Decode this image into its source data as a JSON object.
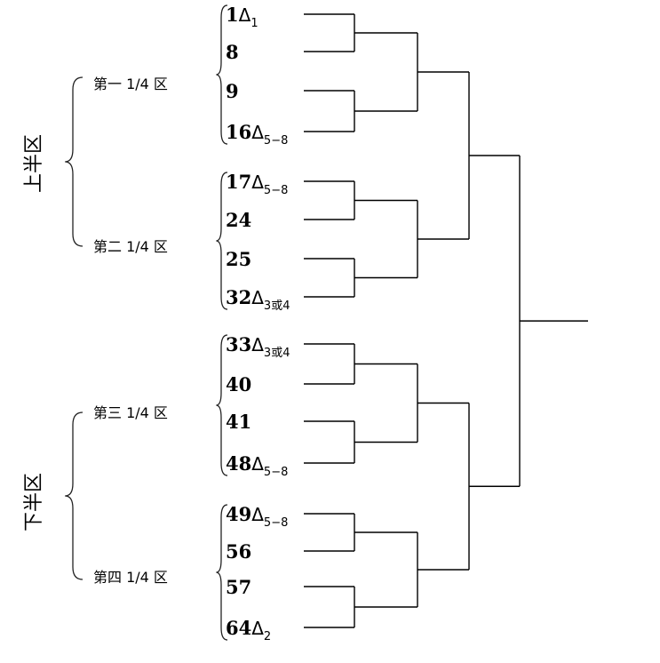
{
  "halves": [
    {
      "label": "上半区"
    },
    {
      "label": "下半区"
    }
  ],
  "quarters": [
    {
      "label": "第一 1/4 区"
    },
    {
      "label": "第二 1/4 区"
    },
    {
      "label": "第三 1/4 区"
    },
    {
      "label": "第四 1/4 区"
    }
  ],
  "seeds": [
    {
      "num": "1",
      "tri": "Δ",
      "sub": "1"
    },
    {
      "num": "8",
      "tri": "",
      "sub": ""
    },
    {
      "num": "9",
      "tri": "",
      "sub": ""
    },
    {
      "num": "16",
      "tri": "Δ",
      "sub": "5−8"
    },
    {
      "num": "17",
      "tri": "Δ",
      "sub": "5−8"
    },
    {
      "num": "24",
      "tri": "",
      "sub": ""
    },
    {
      "num": "25",
      "tri": "",
      "sub": ""
    },
    {
      "num": "32",
      "tri": "Δ",
      "sub": "3或4"
    },
    {
      "num": "33",
      "tri": "Δ",
      "sub": "3或4"
    },
    {
      "num": "40",
      "tri": "",
      "sub": ""
    },
    {
      "num": "41",
      "tri": "",
      "sub": ""
    },
    {
      "num": "48",
      "tri": "Δ",
      "sub": "5−8"
    },
    {
      "num": "49",
      "tri": "Δ",
      "sub": "5−8"
    },
    {
      "num": "56",
      "tri": "",
      "sub": ""
    },
    {
      "num": "57",
      "tri": "",
      "sub": ""
    },
    {
      "num": "64",
      "tri": "Δ",
      "sub": "2"
    }
  ]
}
